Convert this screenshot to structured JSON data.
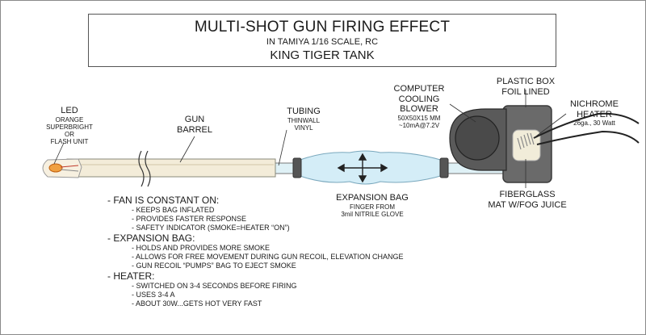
{
  "title": {
    "line1": "MULTI-SHOT GUN FIRING EFFECT",
    "line2": "IN TAMIYA 1/16 SCALE, RC",
    "line3": "KING TIGER TANK"
  },
  "labels": {
    "led": {
      "title": "LED",
      "l1": "ORANGE",
      "l2": "SUPERBRIGHT",
      "l3": "OR",
      "l4": "FLASH UNIT"
    },
    "gun_barrel": {
      "l1": "GUN",
      "l2": "BARREL"
    },
    "tubing": {
      "title": "TUBING",
      "l1": "THINWALL",
      "l2": "VINYL"
    },
    "blower": {
      "l1": "COMPUTER",
      "l2": "COOLING",
      "l3": "BLOWER",
      "spec1": "50X50X15 MM",
      "spec2": "~10mA@7.2V"
    },
    "box": {
      "l1": "PLASTIC BOX",
      "l2": "FOIL LINED"
    },
    "heater": {
      "l1": "NICHROME",
      "l2": "HEATER",
      "spec": "26ga., 30 Watt"
    },
    "bag": {
      "title": "EXPANSION BAG",
      "l1": "FINGER FROM",
      "l2": "3mil NITRILE GLOVE"
    },
    "fiberglass": {
      "l1": "FIBERGLASS",
      "l2": "MAT W/FOG JUICE"
    }
  },
  "notes": [
    {
      "heading": "- FAN IS CONSTANT ON:",
      "items": [
        "- KEEPS BAG INFLATED",
        "- PROVIDES FASTER RESPONSE",
        "- SAFETY INDICATOR (SMOKE=HEATER “ON”)"
      ]
    },
    {
      "heading": "- EXPANSION BAG:",
      "items": [
        "- HOLDS AND PROVIDES MORE SMOKE",
        "- ALLOWS FOR FREE MOVEMENT DURING GUN RECOIL, ELEVATION CHANGE",
        "- GUN RECOIL “PUMPS” BAG TO EJECT SMOKE"
      ]
    },
    {
      "heading": "- HEATER:",
      "items": [
        "- SWITCHED ON 3-4 SECONDS BEFORE FIRING",
        "- USES 3-4 A",
        "- ABOUT 30W...GETS HOT VERY FAST"
      ]
    }
  ],
  "colors": {
    "barrel_fill": "#f3ecd9",
    "tube_fill": "#dff1f6",
    "bag_fill": "#d4edf7",
    "box_fill": "#6a6a6a",
    "fan_fill": "#4a4a4a",
    "led_orange": "#f0a040"
  }
}
